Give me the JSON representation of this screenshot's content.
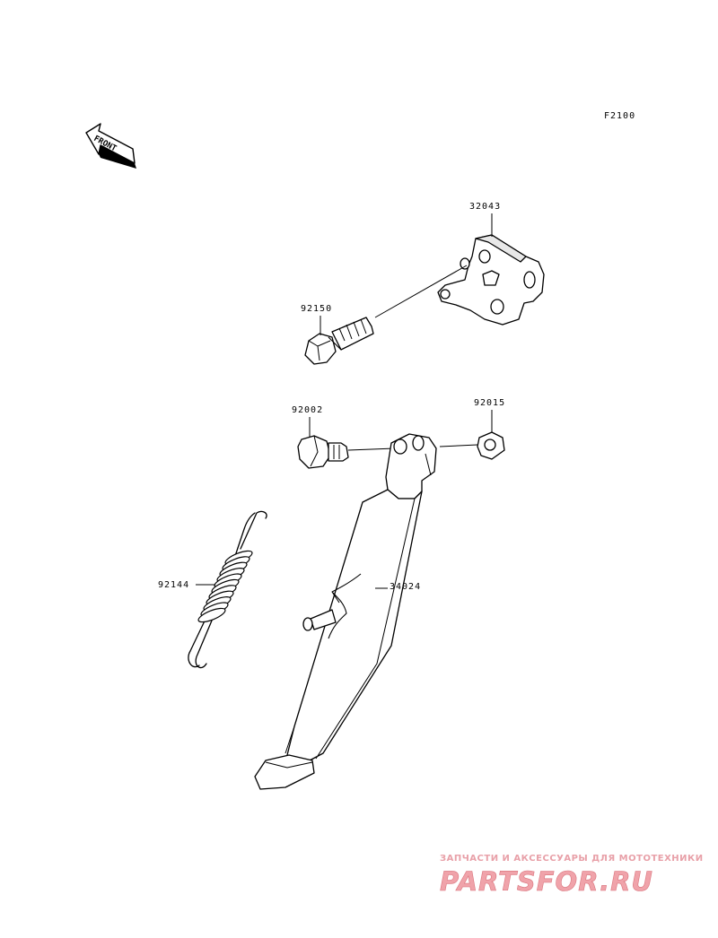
{
  "figure_code": "F2100",
  "front_arrow_label": "FRONT",
  "parts": {
    "bracket": "32043",
    "bolt": "92150",
    "pivot_bolt": "92002",
    "nut": "92015",
    "spring": "92144",
    "side_stand": "34024"
  },
  "watermark": {
    "caption": "ЗАПЧАСТИ И АКСЕССУАРЫ ДЛЯ МОТОТЕХНИКИ",
    "logo": "PARTSFOR.RU",
    "color": "#e8a0a8"
  }
}
